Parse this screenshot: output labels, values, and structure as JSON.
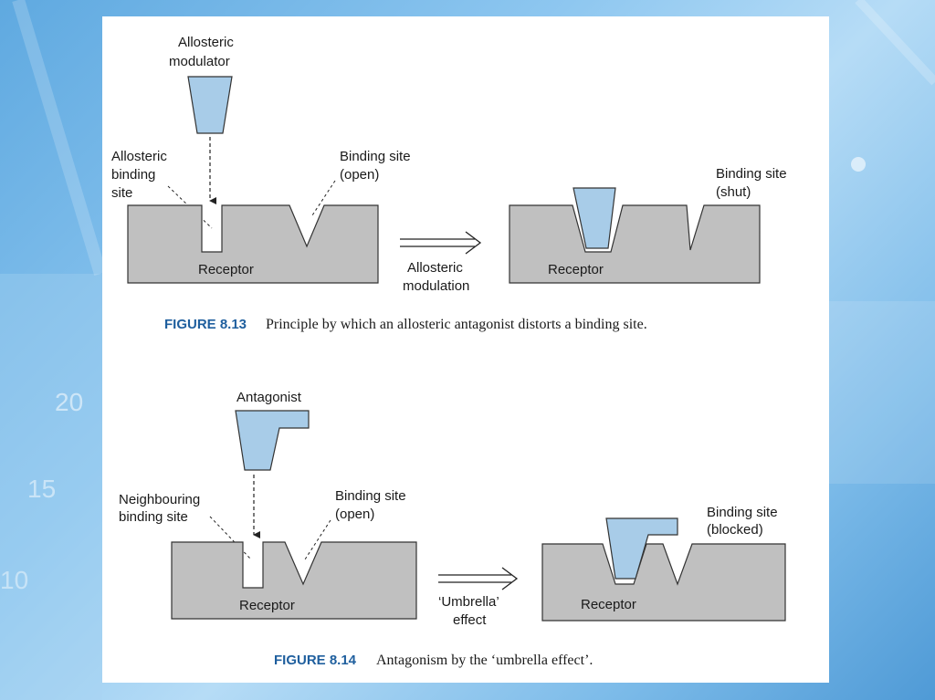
{
  "figure1": {
    "modulator_label": [
      "Allosteric",
      "modulator"
    ],
    "allosteric_site_label": [
      "Allosteric",
      "binding",
      "site"
    ],
    "binding_site_open_label": [
      "Binding site",
      "(open)"
    ],
    "receptor_left": "Receptor",
    "arrow_label": [
      "Allosteric",
      "modulation"
    ],
    "receptor_right": "Receptor",
    "binding_site_shut_label": [
      "Binding site",
      "(shut)"
    ],
    "caption_number": "FIGURE 8.13",
    "caption_text": "Principle by which an allosteric antagonist distorts a binding site."
  },
  "figure2": {
    "antagonist_label": "Antagonist",
    "neighbouring_site_label": [
      "Neighbouring",
      "binding site"
    ],
    "binding_site_open_label": [
      "Binding site",
      "(open)"
    ],
    "receptor_left": "Receptor",
    "arrow_label": [
      "‘Umbrella’",
      "effect"
    ],
    "receptor_right": "Receptor",
    "binding_site_blocked_label": [
      "Binding site",
      "(blocked)"
    ],
    "caption_number": "FIGURE 8.14",
    "caption_text": "Antagonism by the ‘umbrella effect’."
  },
  "colors": {
    "receptor_fill": "#c0c0c0",
    "ligand_fill": "#a8cce8",
    "caption_accent": "#1f5f9e"
  }
}
